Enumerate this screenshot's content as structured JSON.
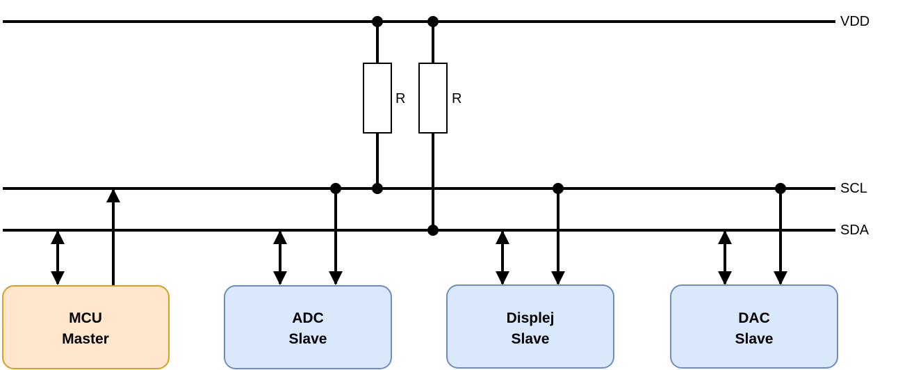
{
  "buses": {
    "vdd": "VDD",
    "scl": "SCL",
    "sda": "SDA"
  },
  "resistors": {
    "r1": "R",
    "r2": "R"
  },
  "devices": {
    "mcu": {
      "name": "MCU",
      "role": "Master",
      "fill": "#ffe6cc",
      "stroke": "#d6a020"
    },
    "adc": {
      "name": "ADC",
      "role": "Slave",
      "fill": "#dae8fc",
      "stroke": "#6c8ebf"
    },
    "displej": {
      "name": "Displej",
      "role": "Slave",
      "fill": "#dae8fc",
      "stroke": "#6c8ebf"
    },
    "dac": {
      "name": "DAC",
      "role": "Slave",
      "fill": "#dae8fc",
      "stroke": "#6c8ebf"
    }
  }
}
